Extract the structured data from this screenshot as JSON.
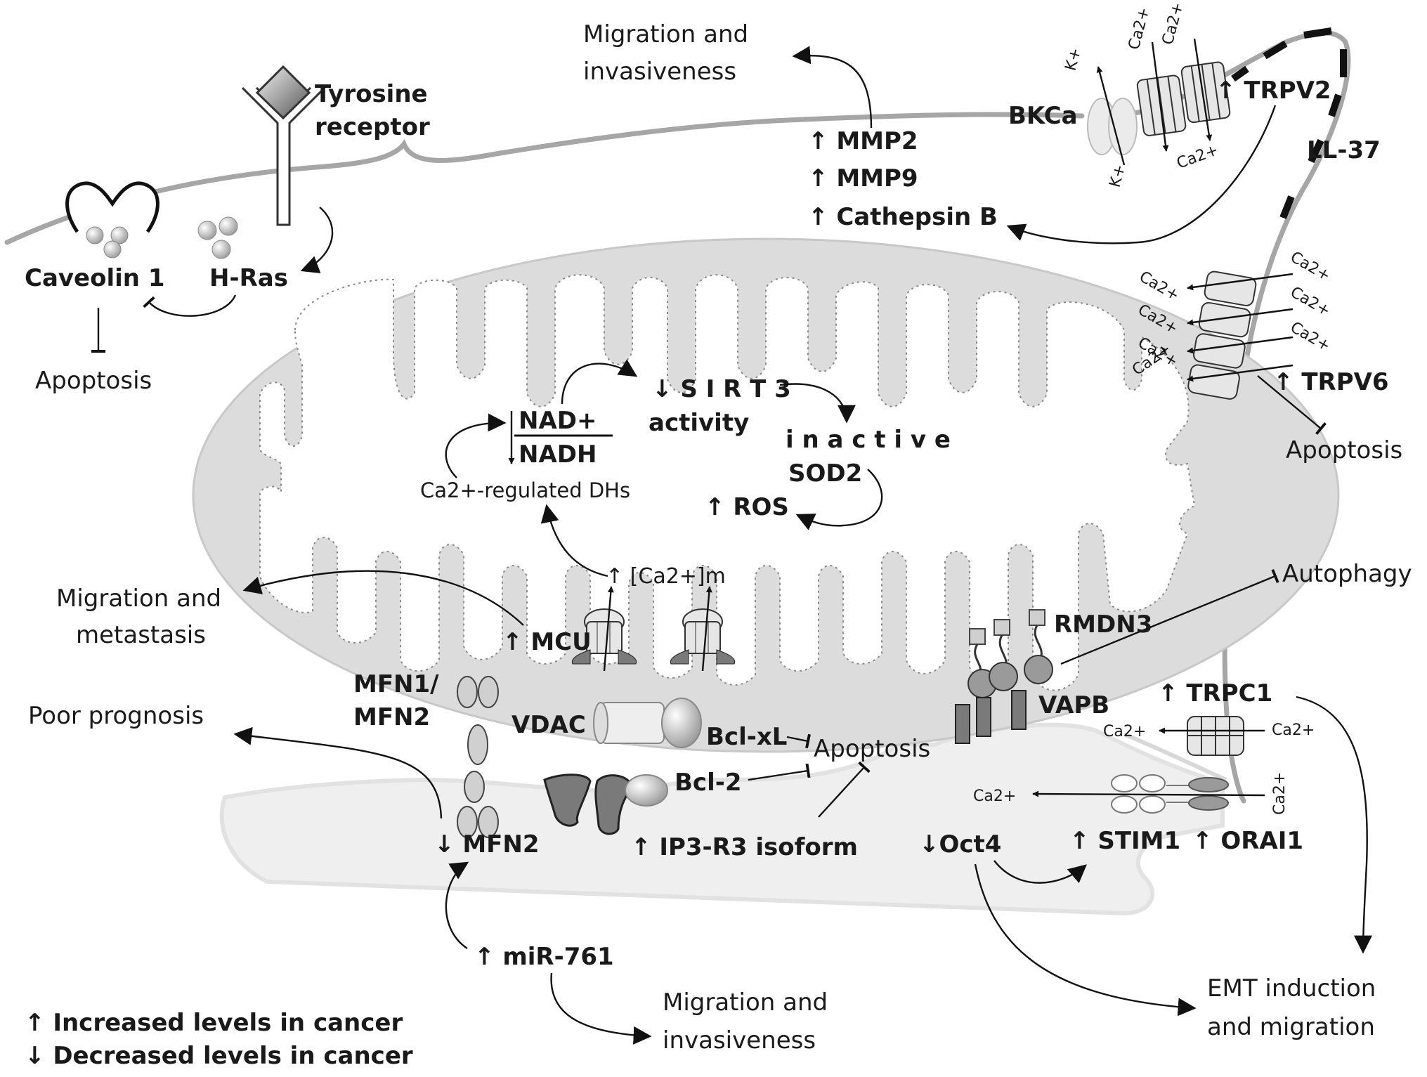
{
  "labels": {
    "migration_invasiveness_top": [
      "Migration and",
      "invasiveness"
    ],
    "tyrosine_receptor": [
      "Tyrosine",
      "receptor"
    ],
    "bkca": "BKCa",
    "k_plus": "K+",
    "ca2_plus": "Ca2+",
    "trpv2": "↑ TRPV2",
    "ll37": "LL-37",
    "mmp2": "↑ MMP2",
    "mmp9": "↑ MMP9",
    "cathepsin_b": "↑ Cathepsin B",
    "caveolin1": "Caveolin 1",
    "hras": "H-Ras",
    "apoptosis": "Apoptosis",
    "nad": "NAD+",
    "nadh": "NADH",
    "sirt3": "↓ S I R T 3",
    "sirt3_activity": "activity",
    "inactive": "i n a c t i v e",
    "sod2": "SOD2",
    "ca_dhs": "Ca2+-regulated DHs",
    "ros": "↑ ROS",
    "ca_m": "↑ [Ca2+]m",
    "trpv6": "↑ TRPV6",
    "autophagy": "Autophagy",
    "rmdn3": "RMDN3",
    "vapb": "VAPB",
    "migration_metastasis": [
      "Migration and",
      "metastasis"
    ],
    "mcu": "↑ MCU",
    "mfn12": [
      "MFN1/",
      "MFN2"
    ],
    "vdac": "VDAC",
    "bclxl": "Bcl-xL",
    "bcl2": "Bcl-2",
    "poor_prognosis": "Poor prognosis",
    "trpc1": "↑ TRPC1",
    "stim1": "↑ STIM1",
    "orai1": "↑ ORAI1",
    "oct4": "↓Oct4",
    "mfn2": "↓ MFN2",
    "ip3r3": "↑ IP3-R3 isoform",
    "mir761": "↑ miR-761",
    "migration_invasiveness_bottom": [
      "Migration  and",
      "invasiveness"
    ],
    "emt": [
      "EMT induction",
      "and migration"
    ]
  },
  "legend": {
    "increased": "↑ Increased levels in cancer",
    "decreased": "↓ Decreased levels in cancer"
  },
  "colors": {
    "mitochondrion": "#dcdcdc",
    "er": "#efefef",
    "membrane": "#a6a6a6",
    "channel": "#e6e6e6",
    "dark_protein": "#7a7a7a"
  }
}
